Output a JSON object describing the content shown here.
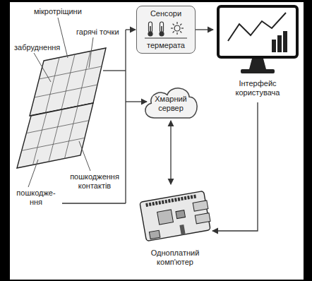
{
  "diagram": {
    "nodes": [
      {
        "text": [
          "Сенсори",
          "термерата"
        ]
      },
      {
        "text": [
          "Інтерфейс користувача"
        ]
      },
      {
        "text": [
          "Хмарний сервер"
        ]
      },
      {
        "text": [
          "Одноплатний комп'ютер"
        ]
      }
    ],
    "edges": [
      {
        "from": 0,
        "to": 1,
        "arrow": "to"
      },
      {
        "from": 2,
        "to": 3,
        "arrow": "both"
      },
      {
        "from": 1,
        "to": 3,
        "arrow": "to"
      }
    ],
    "labels": [
      "мікротріщини",
      "забруднення",
      "гарячі точки",
      "пошкодження контактів",
      "пошкодже- ння"
    ]
  }
}
